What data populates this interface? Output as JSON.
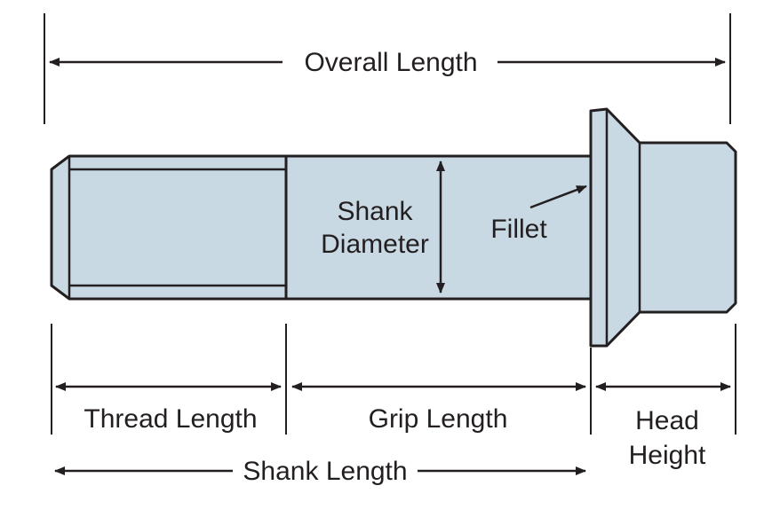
{
  "labels": {
    "overall_length": "Overall Length",
    "shank_diameter_1": "Shank",
    "shank_diameter_2": "Diameter",
    "fillet": "Fillet",
    "thread_length": "Thread Length",
    "grip_length": "Grip Length",
    "head_height_1": "Head",
    "head_height_2": "Height",
    "shank_length": "Shank Length"
  },
  "colors": {
    "part_fill": "#c9d9e3",
    "outline": "#231f20",
    "background": "#ffffff"
  }
}
